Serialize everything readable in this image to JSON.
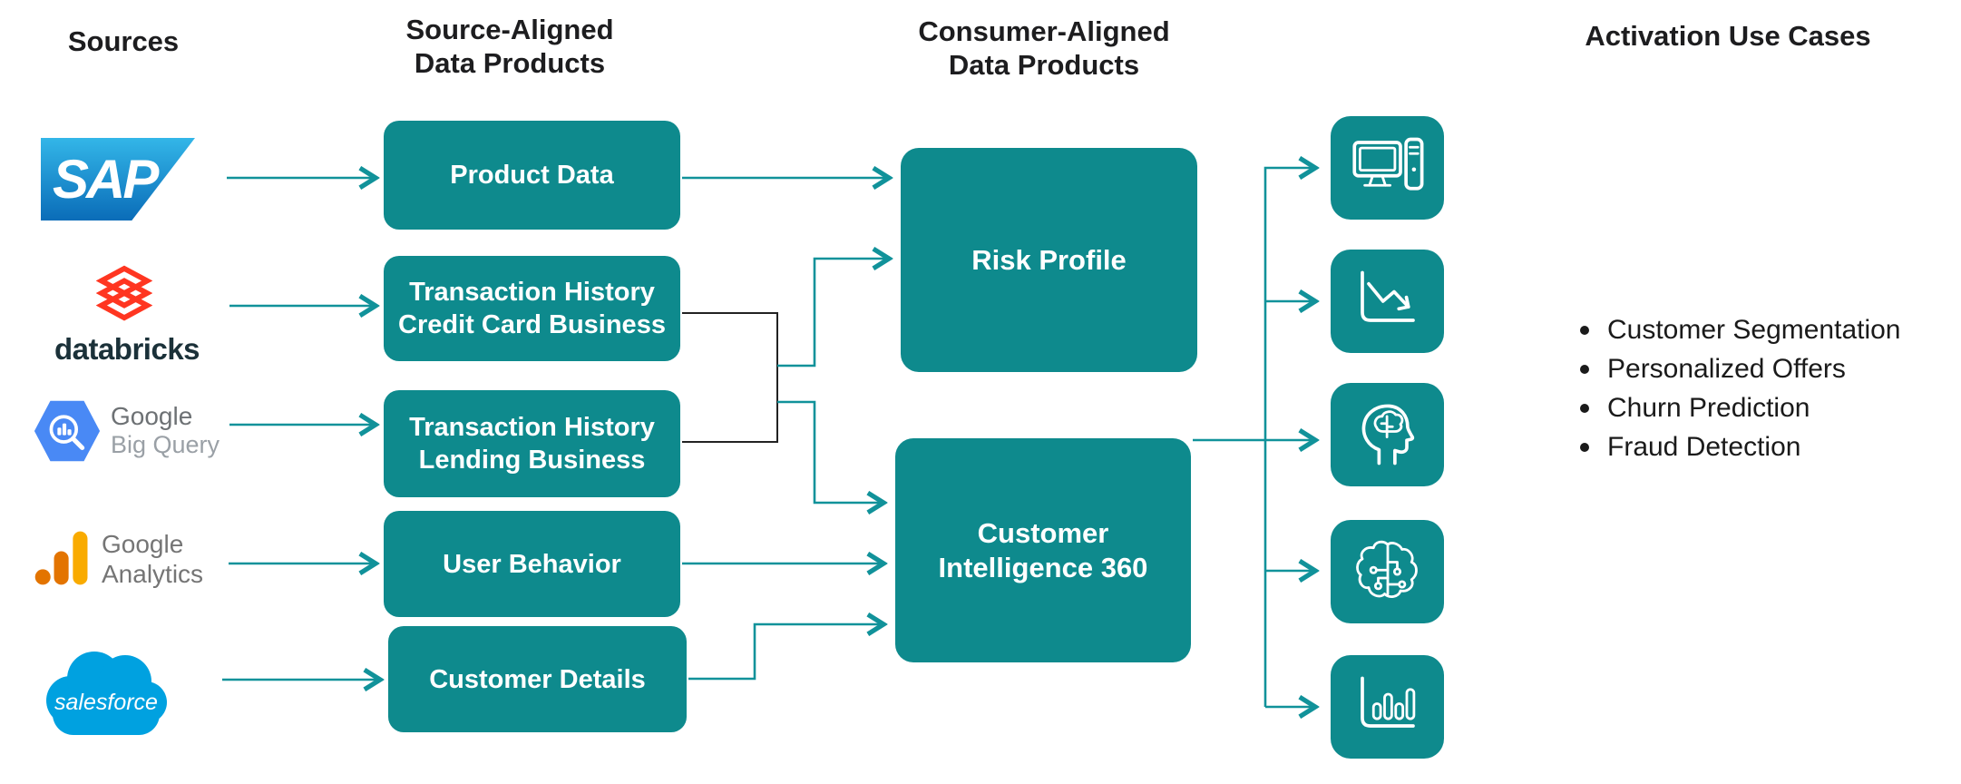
{
  "colors": {
    "teal": "#0E8A8D",
    "arrow": "#11929A",
    "connector_black": "#222222",
    "heading": "#1D1D1F",
    "body_text": "#1A1A1A",
    "sap_blue_top": "#33B6E8",
    "sap_blue_bottom": "#0A6CB8",
    "databricks_red": "#FF3621",
    "databricks_text": "#1B3139",
    "bigquery_blue": "#4989F5",
    "ga_amber": "#F9AB00",
    "ga_orange": "#E37400",
    "salesforce_blue": "#00A1E0",
    "google_gray": "#6D7174",
    "google_gray_light": "#9AA0A6"
  },
  "headers": {
    "sources": "Sources",
    "source_aligned_line1": "Source-Aligned",
    "source_aligned_line2": "Data Products",
    "consumer_aligned_line1": "Consumer-Aligned",
    "consumer_aligned_line2": "Data Products",
    "activation": "Activation Use Cases"
  },
  "sources": {
    "sap": {
      "label": "SAP"
    },
    "databricks": {
      "label": "databricks"
    },
    "bigquery": {
      "brand": "Google",
      "product": "Big Query"
    },
    "analytics": {
      "brand": "Google",
      "product": "Analytics"
    },
    "salesforce": {
      "label": "salesforce"
    }
  },
  "source_products": {
    "p1": "Product Data",
    "p2": "Transaction History Credit Card Business",
    "p3": "Transaction History Lending Business",
    "p4": "User Behavior",
    "p5": "Customer Details"
  },
  "consumer_products": {
    "risk": "Risk Profile",
    "ci360_line1": "Customer",
    "ci360_line2": "Intelligence 360"
  },
  "activation_icons": [
    "desktop-computer-icon",
    "trend-down-chart-icon",
    "human-head-brain-icon",
    "ai-circuit-brain-icon",
    "bar-chart-icon"
  ],
  "use_cases": {
    "items": [
      "Customer Segmentation",
      "Personalized Offers",
      "Churn Prediction",
      "Fraud Detection"
    ]
  }
}
